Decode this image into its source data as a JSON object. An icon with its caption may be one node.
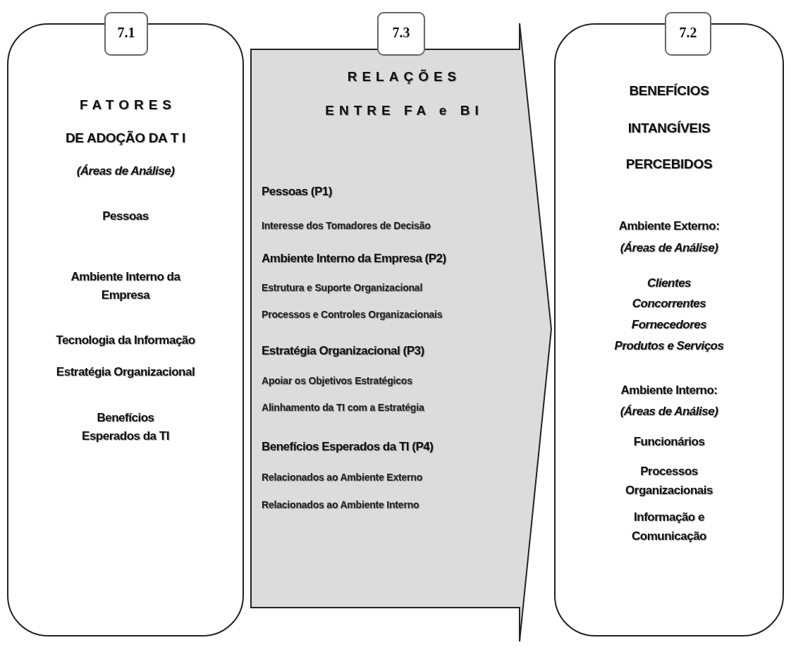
{
  "diagram": {
    "nodes": [
      {
        "text": [
          "7.1"
        ]
      },
      {
        "text": [
          "FATORES",
          "DE ADOÇÃO DA T I",
          "(Áreas de Análise)",
          "Pessoas",
          "Ambiente Interno da Empresa",
          "Tecnologia da Informação",
          "Estratégia Organizacional",
          "Benefícios Esperados da TI"
        ]
      },
      {
        "text": [
          "7.3"
        ]
      },
      {
        "text": [
          "RELAÇÕES",
          "ENTRE FA e BI",
          "Pessoas (P1)",
          "Interesse dos Tomadores de Decisão",
          "Ambiente Interno da Empresa (P2)",
          "Estrutura e Suporte Organizacional",
          "Processos e Controles Organizacionais",
          "Estratégia Organizacional (P3)",
          "Apoiar os Objetivos Estratégicos",
          "Alinhamento da TI com a Estratégia",
          "Benefícios Esperados da TI (P4)",
          "Relacionados ao Ambiente Externo",
          "Relacionados ao Ambiente Interno"
        ]
      },
      {
        "text": [
          "7.2"
        ]
      },
      {
        "text": [
          "BENEFÍCIOS",
          "INTANGÍVEIS",
          "PERCEBIDOS",
          "Ambiente Externo:",
          "(Áreas de Análise)",
          "Clientes",
          "Concorrentes",
          "Fornecedores",
          "Produtos e Serviços",
          "Ambiente Interno:",
          "(Áreas de Análise)",
          "Funcionários",
          "Processos Organizacionais",
          "Informação e Comunicação"
        ]
      }
    ]
  }
}
